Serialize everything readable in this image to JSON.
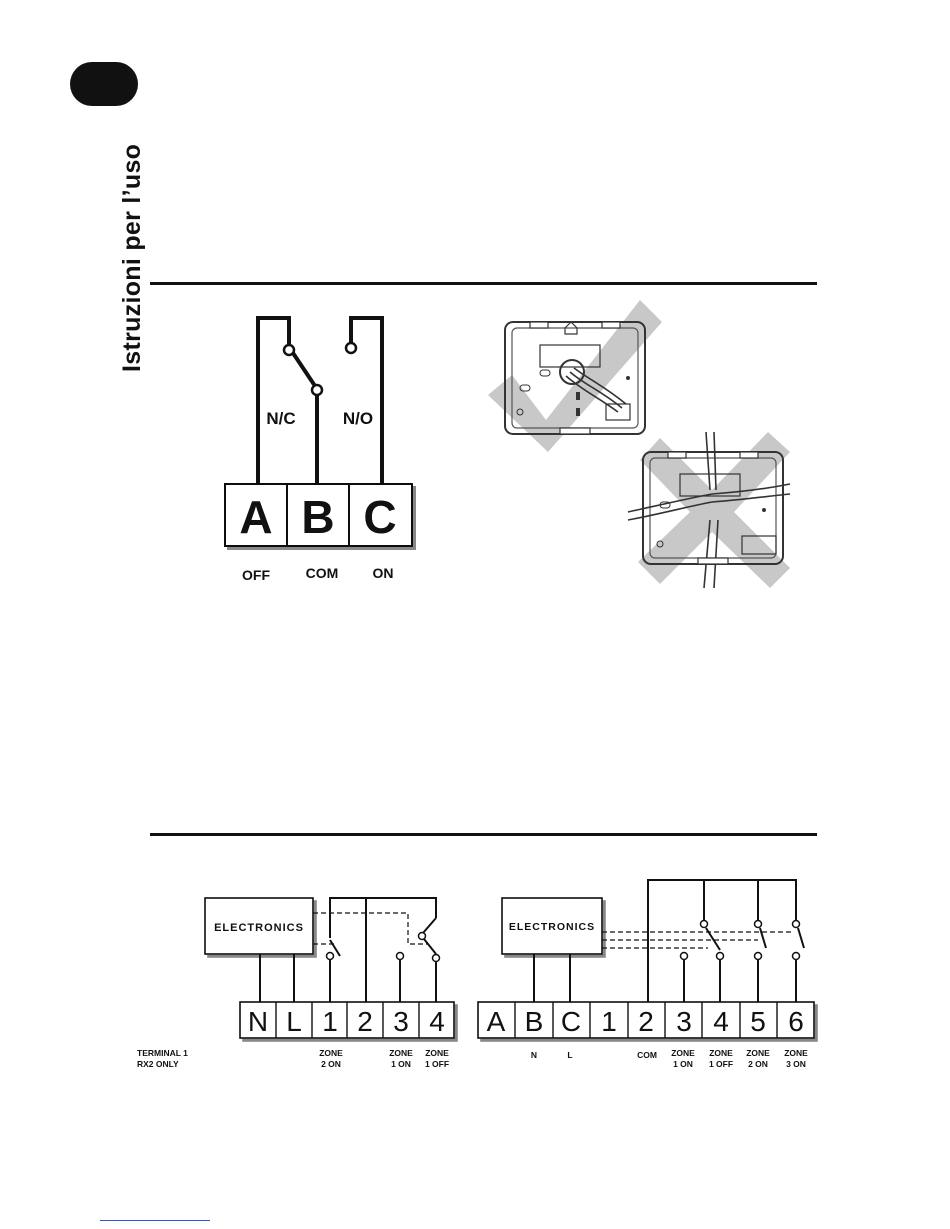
{
  "sidebar": {
    "title": "Istruzioni per l’uso"
  },
  "relay": {
    "label_nc": "N/C",
    "label_no": "N/O",
    "terminals": [
      "A",
      "B",
      "C"
    ],
    "captions": [
      "OFF",
      "COM",
      "ON"
    ]
  },
  "wiring_left": {
    "electronics": "ELECTRONICS",
    "terminals": [
      "N",
      "L",
      "1",
      "2",
      "3",
      "4"
    ],
    "note_line1": "TERMINAL 1",
    "note_line2": "RX2 ONLY",
    "captions": [
      {
        "l1": "ZONE",
        "l2": "2 ON"
      },
      {
        "l1": "ZONE",
        "l2": "1 ON"
      },
      {
        "l1": "ZONE",
        "l2": "1 OFF"
      }
    ]
  },
  "wiring_right": {
    "electronics": "ELECTRONICS",
    "terminals": [
      "A",
      "B",
      "C",
      "1",
      "2",
      "3",
      "4",
      "5",
      "6"
    ],
    "label_n": "N",
    "label_l": "L",
    "label_com": "COM",
    "captions": [
      {
        "l1": "ZONE",
        "l2": "1 ON"
      },
      {
        "l1": "ZONE",
        "l2": "1 OFF"
      },
      {
        "l1": "ZONE",
        "l2": "2 ON"
      },
      {
        "l1": "ZONE",
        "l2": "3 ON"
      }
    ]
  }
}
